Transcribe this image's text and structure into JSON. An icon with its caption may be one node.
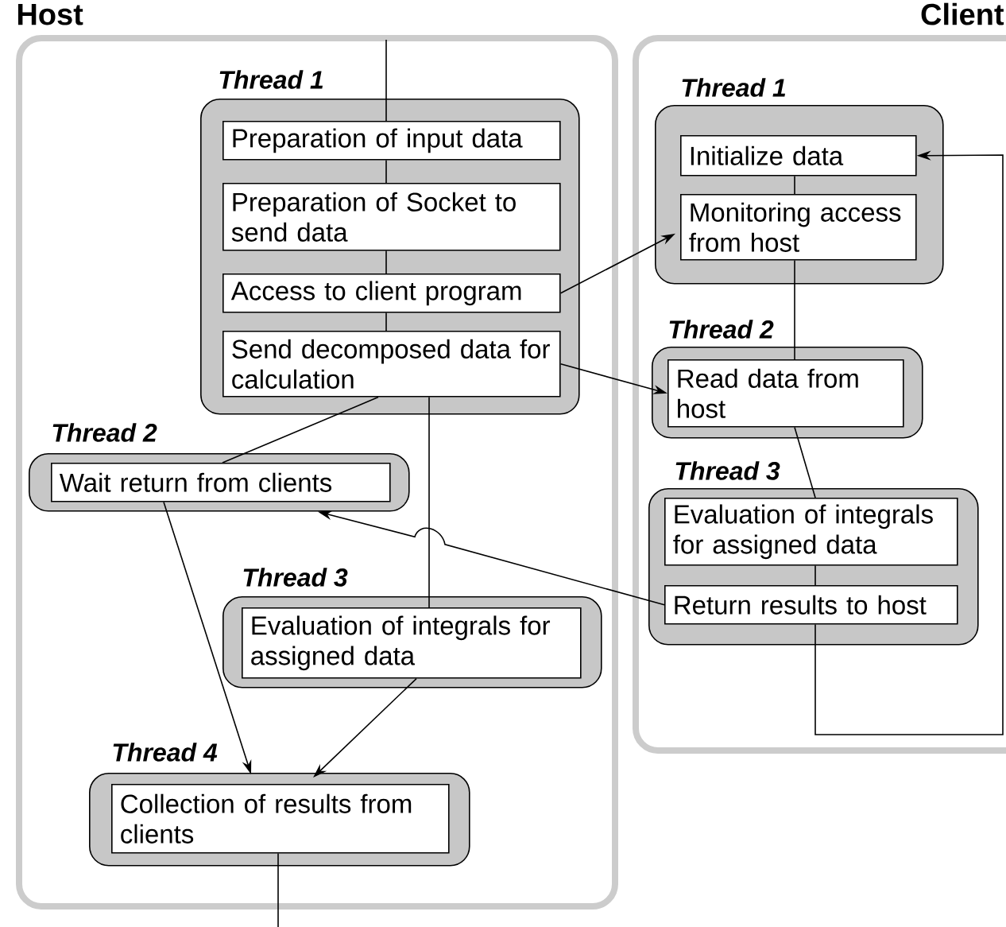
{
  "diagram": {
    "nodes": [
      {
        "text": [
          "Host"
        ]
      },
      {
        "text": [
          "Thread 1"
        ],
        "in": 0
      },
      {
        "text": [
          "Preparation of input data"
        ],
        "in": 1
      },
      {
        "text": [
          "Preparation of Socket to send data"
        ],
        "in": 1
      },
      {
        "text": [
          "Access to client program"
        ],
        "in": 1
      },
      {
        "text": [
          "Send decomposed data for calculation"
        ],
        "in": 1
      },
      {
        "text": [
          "Thread 2"
        ],
        "in": 0
      },
      {
        "text": [
          "Wait return from clients"
        ],
        "in": 6
      },
      {
        "text": [
          "Thread 3"
        ],
        "in": 0
      },
      {
        "text": [
          "Evaluation of integrals for assigned data"
        ],
        "in": 8
      },
      {
        "text": [
          "Thread 4"
        ],
        "in": 0
      },
      {
        "text": [
          "Collection of results from clients"
        ],
        "in": 10
      },
      {
        "text": [
          "Client"
        ]
      },
      {
        "text": [
          "Thread 1"
        ],
        "in": 12
      },
      {
        "text": [
          "Initialize data"
        ],
        "in": 13
      },
      {
        "text": [
          "Monitoring access from host"
        ],
        "in": 13
      },
      {
        "text": [
          "Thread 2"
        ],
        "in": 12
      },
      {
        "text": [
          "Read data from host"
        ],
        "in": 16
      },
      {
        "text": [
          "Thread 3"
        ],
        "in": 12
      },
      {
        "text": [
          "Evaluation of integrals for assigned data"
        ],
        "in": 18
      },
      {
        "text": [
          "Return results to host"
        ],
        "in": 18
      }
    ],
    "edges": [
      {
        "from": null,
        "to": 2,
        "arrow": "none"
      },
      {
        "from": 2,
        "to": 3,
        "arrow": "none"
      },
      {
        "from": 3,
        "to": 4,
        "arrow": "none"
      },
      {
        "from": 4,
        "to": 5,
        "arrow": "none"
      },
      {
        "from": 4,
        "to": 15,
        "arrow": "to"
      },
      {
        "from": 5,
        "to": 17,
        "arrow": "to"
      },
      {
        "from": 5,
        "to": 7,
        "arrow": "none"
      },
      {
        "from": 5,
        "to": 9,
        "arrow": "none"
      },
      {
        "from": 7,
        "to": 11,
        "arrow": "to"
      },
      {
        "from": 9,
        "to": 11,
        "arrow": "to"
      },
      {
        "from": 11,
        "to": null,
        "arrow": "none"
      },
      {
        "from": 14,
        "to": 15,
        "arrow": "none"
      },
      {
        "from": 15,
        "to": 17,
        "arrow": "none"
      },
      {
        "from": 17,
        "to": 19,
        "arrow": "none"
      },
      {
        "from": 19,
        "to": 20,
        "arrow": "none"
      },
      {
        "from": 20,
        "to": 7,
        "arrow": "to"
      },
      {
        "from": 20,
        "to": 14,
        "arrow": "to"
      }
    ]
  }
}
